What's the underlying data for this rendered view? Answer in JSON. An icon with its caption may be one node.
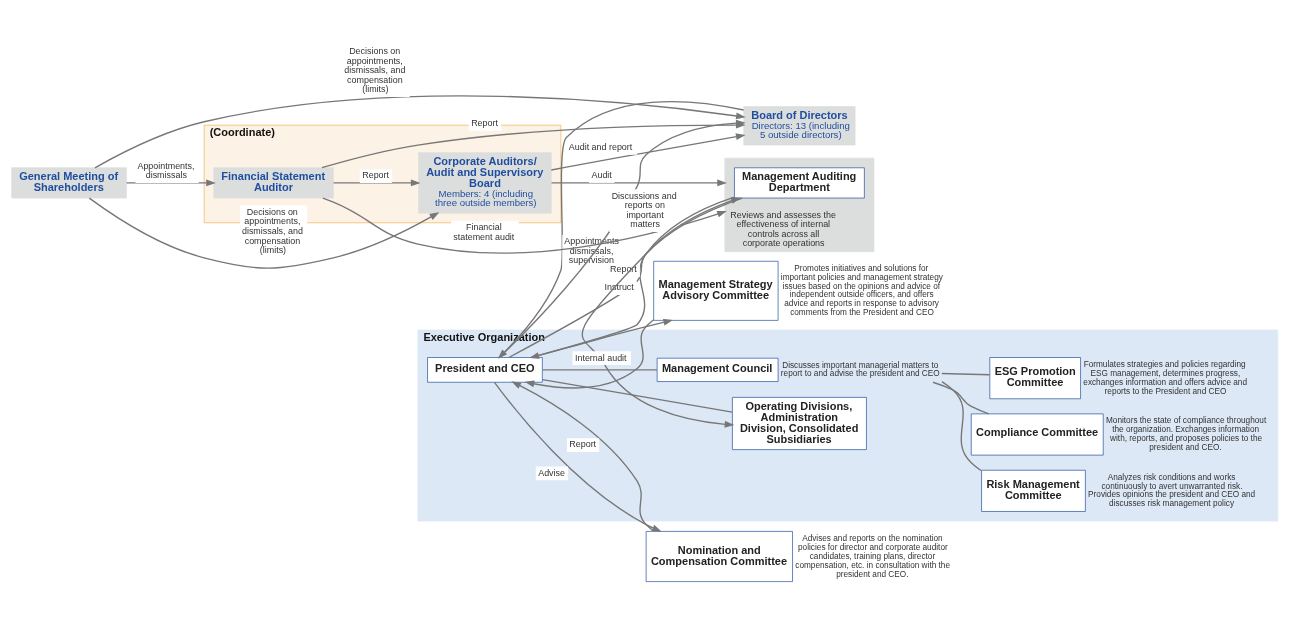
{
  "diagram": {
    "nodes": [
      {
        "text": [
          "General Meeting of Shareholders"
        ]
      },
      {
        "text": [
          "Board of Directors",
          "Directors: 13 (including 5 outside directors)"
        ]
      },
      {
        "text": [
          "(Coordinate)"
        ]
      },
      {
        "text": [
          "Corporate Auditors/ Audit and Supervisory Board",
          "Members: 4 (including three outside members)"
        ],
        "in": 2
      },
      {
        "text": [
          "Financial Statement Auditor"
        ],
        "in": 2
      },
      {
        "text": [
          "Executive Organization"
        ]
      },
      {
        "text": [
          "Reviews and assesses the effectiveness of internal controls across all corporate operations"
        ]
      },
      {
        "text": [
          "Management Auditing Department"
        ],
        "in": 6
      },
      {
        "text": [
          "President and CEO"
        ],
        "in": 5
      },
      {
        "text": [
          "Nomination and Compensation Committee"
        ],
        "beside": [
          "Advises and reports on the nomination policies for director and corporate auditor candidates, training plans, director compensation, etc. in consultation with the president and CEO."
        ]
      },
      {
        "text": [
          "Management Strategy Advisory Committee"
        ],
        "beside": [
          "Promotes initiatives and solutions for important policies and management strategy issues based on the opinions and advice of independent outside officers, and offers advice and reports in response to advisory comments from the President and CEO"
        ]
      },
      {
        "text": [
          "Operating Divisions, Administration Division, Consolidated Subsidiaries"
        ],
        "in": 5
      },
      {
        "text": [
          "Management Council"
        ],
        "in": 5,
        "beside": [
          "Discusses important managerial matters to report to and advise the president and CEO"
        ]
      },
      {
        "text": [
          "Risk Management Committee"
        ],
        "in": 5,
        "beside": [
          "Analyzes risk conditions and works continuously to avert unwarranted risk. Provides opinions the president and CEO and discusses risk management policy"
        ]
      },
      {
        "text": [
          "Compliance Committee"
        ],
        "in": 5,
        "beside": [
          "Monitors the state of compliance throughout the organization. Exchanges information with, reports, and proposes policies to the president and CEO."
        ]
      },
      {
        "text": [
          "ESG Promotion Committee"
        ],
        "in": 5,
        "beside": [
          "Formulates strategies and policies regarding ESG management, determines progress, exchanges information and offers advice and reports to the President and CEO"
        ]
      }
    ],
    "edges": [
      {
        "from": 0,
        "to": 1,
        "arrow": "to",
        "label": "Decisions on appointments, dismissals, and compensation (limits)"
      },
      {
        "from": 0,
        "to": 3,
        "arrow": "to",
        "label": "Decisions on appointments, dismissals, and compensation (limits)"
      },
      {
        "from": 0,
        "to": 4,
        "arrow": "to",
        "label": "Appointments, dismissals"
      },
      {
        "from": 8,
        "to": 1,
        "arrow": "to",
        "label": "Discussions and reports on important matters"
      },
      {
        "from": 1,
        "to": 8,
        "arrow": "to",
        "label": "Appointments dismissals, supervision"
      },
      {
        "from": 3,
        "to": 1,
        "arrow": "to",
        "label": "Audit and report"
      },
      {
        "from": 4,
        "to": 1,
        "arrow": "to",
        "label": "Report"
      },
      {
        "from": 3,
        "to": 6,
        "arrow": "to",
        "label": "Audit"
      },
      {
        "from": 4,
        "to": 3,
        "arrow": "to",
        "label": "Report"
      },
      {
        "from": 4,
        "to": 6,
        "arrow": "to",
        "label": "Financial statement audit"
      },
      {
        "from": 8,
        "to": 7,
        "arrow": "to",
        "label": "Instruct"
      },
      {
        "from": 7,
        "to": 8,
        "arrow": "to",
        "label": "Report"
      },
      {
        "from": 7,
        "to": 11,
        "arrow": "to",
        "label": "Internal audit"
      },
      {
        "from": 8,
        "to": 9,
        "arrow": "to",
        "label": "Advise"
      },
      {
        "from": 8,
        "to": 10,
        "arrow": "to"
      },
      {
        "from": 9,
        "to": 8,
        "arrow": "to",
        "label": "Report"
      },
      {
        "from": 10,
        "to": 8,
        "arrow": "to"
      },
      {
        "from": 8,
        "to": 11,
        "arrow": "none"
      },
      {
        "from": 8,
        "to": 12,
        "arrow": "none"
      },
      {
        "from": 12,
        "to": 13,
        "arrow": "none"
      },
      {
        "from": 12,
        "to": 14,
        "arrow": "none"
      },
      {
        "from": 12,
        "to": 15,
        "arrow": "none"
      }
    ]
  }
}
